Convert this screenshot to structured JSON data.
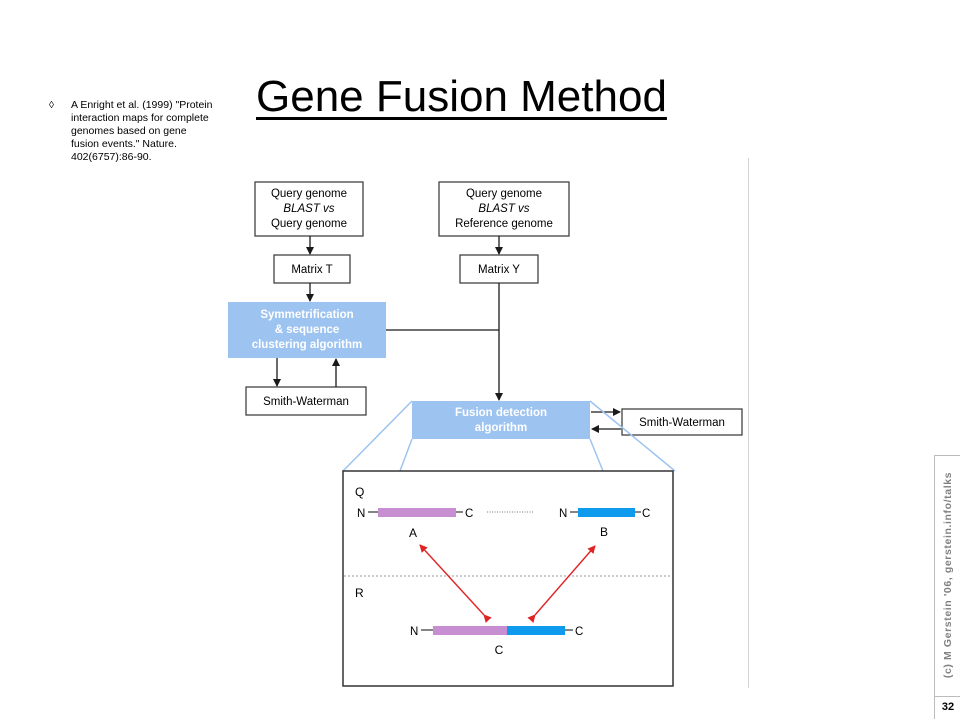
{
  "slide": {
    "title": "Gene Fusion Method",
    "reference_bullet": "◊",
    "reference": "A Enright et al. (1999) \"Protein interaction maps for complete genomes based on gene fusion events.\" Nature. 402(6757):86-90.",
    "credit": "(c) M Gerstein '06, gerstein.info/talks",
    "page_number": "32"
  },
  "diagram": {
    "box_query_query": [
      "Query genome",
      "BLAST vs",
      "Query genome"
    ],
    "box_query_reference": [
      "Query genome",
      "BLAST vs",
      "Reference genome"
    ],
    "matrix_t": "Matrix T",
    "matrix_y": "Matrix Y",
    "symmetrification": [
      "Symmetrification",
      "& sequence",
      "clustering algorithm"
    ],
    "smith_waterman_left": "Smith-Waterman",
    "fusion_detection": [
      "Fusion detection",
      "algorithm"
    ],
    "smith_waterman_right": "Smith-Waterman",
    "panel": {
      "q_label": "Q",
      "r_label": "R",
      "n": "N",
      "c": "C",
      "gene_a": "A",
      "gene_b": "B",
      "gene_c": "C"
    },
    "colors": {
      "highlight_box": "#9dc3f0",
      "gene_a": "#c78fd2",
      "gene_b": "#0f9bed",
      "arrow_red": "#e02424"
    }
  }
}
